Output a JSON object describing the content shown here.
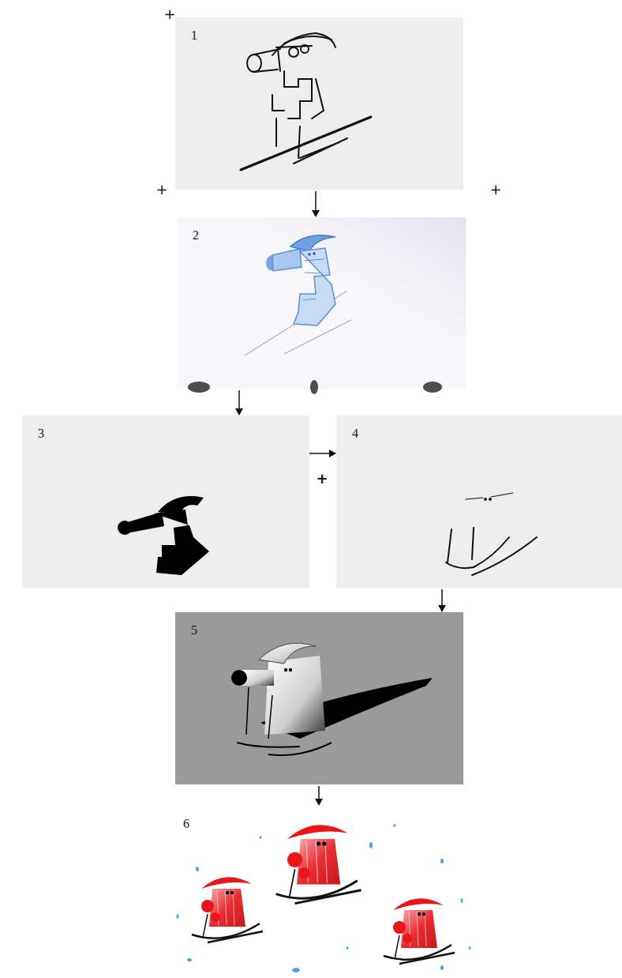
{
  "diagram": {
    "nodes": [
      {
        "text": [
          "1"
        ]
      },
      {
        "text": [
          "2"
        ]
      },
      {
        "text": [
          "3"
        ]
      },
      {
        "text": [
          "4"
        ]
      },
      {
        "text": [
          "5"
        ]
      },
      {
        "text": [
          "6"
        ]
      }
    ],
    "edges": [
      {
        "from": 0,
        "to": 1,
        "arrow": "to"
      },
      {
        "from": 1,
        "to": 2,
        "arrow": "to"
      },
      {
        "from": 2,
        "to": 3,
        "arrow": "to"
      },
      {
        "from": 3,
        "to": 4,
        "arrow": "to"
      },
      {
        "from": 4,
        "to": 5,
        "arrow": "to"
      }
    ],
    "labels": [
      "+",
      "+",
      "+",
      "+"
    ]
  }
}
